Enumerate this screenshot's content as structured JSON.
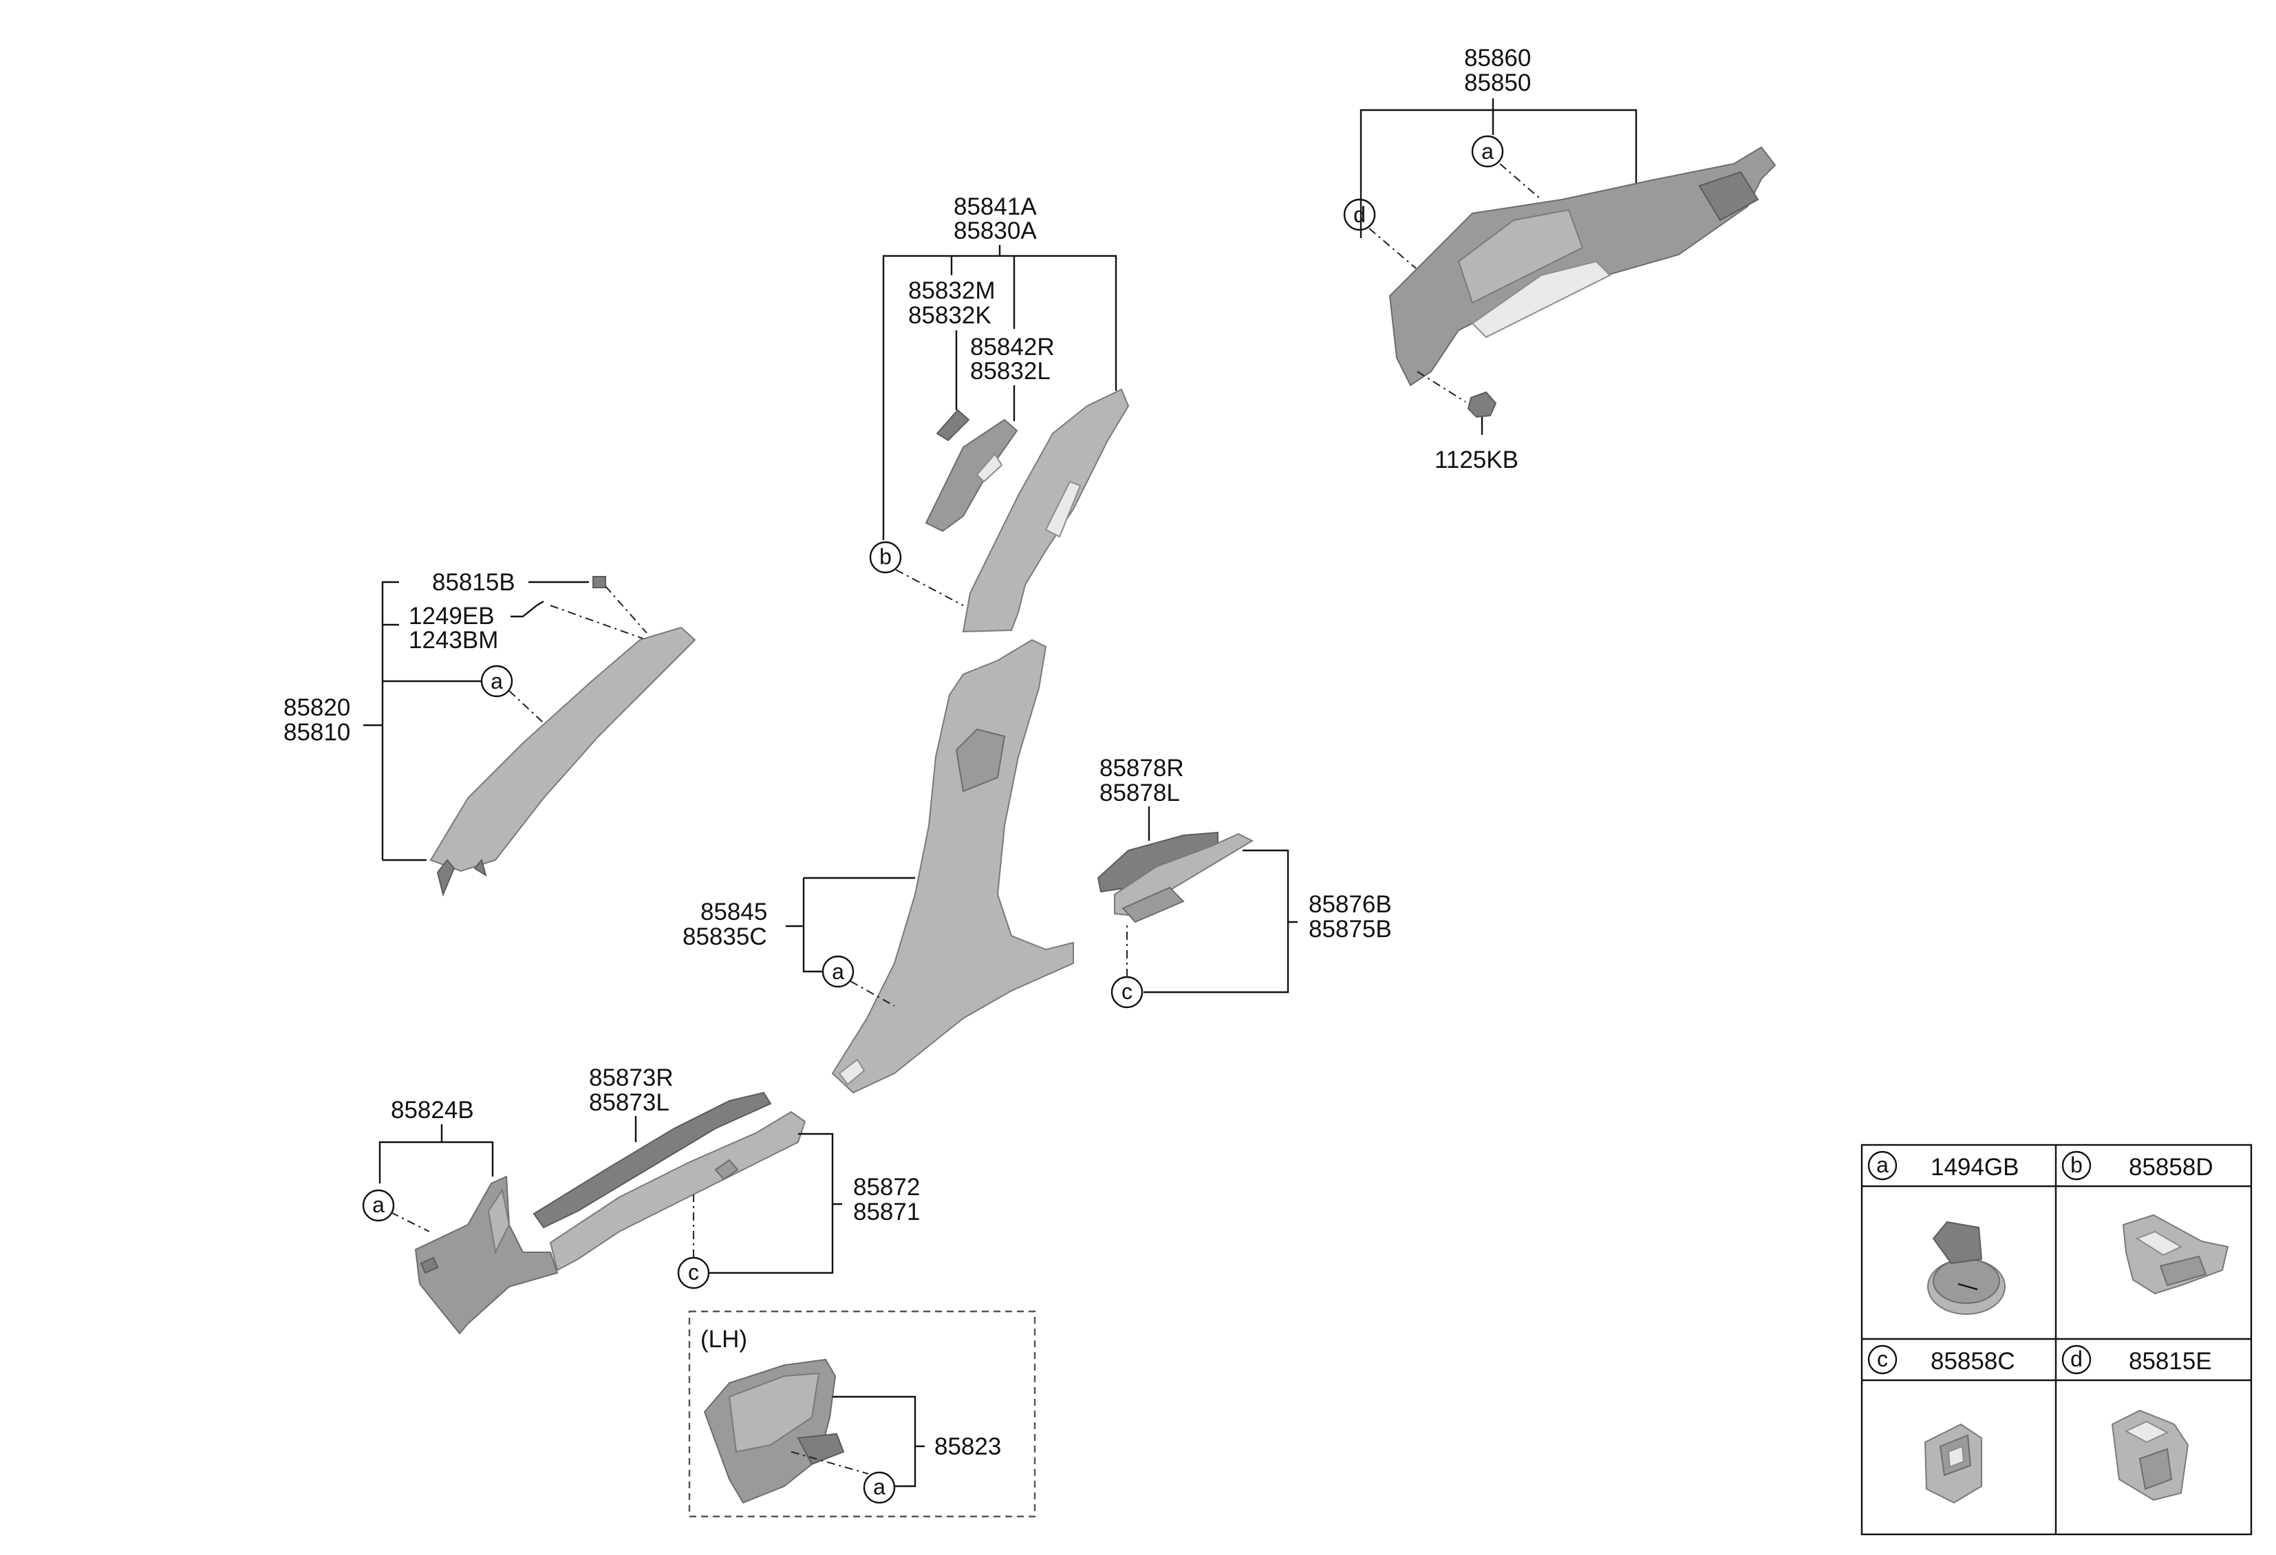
{
  "callouts": {
    "p85860": "85860",
    "p85850": "85850",
    "p1125kb": "1125KB",
    "p85841a": "85841A",
    "p85830a": "85830A",
    "p85832m": "85832M",
    "p85832k": "85832K",
    "p85842r": "85842R",
    "p85832l": "85832L",
    "p85815b": "85815B",
    "p1249eb": "1249EB",
    "p1243bm": "1243BM",
    "p85820": "85820",
    "p85810": "85810",
    "p85878r": "85878R",
    "p85878l": "85878L",
    "p85876b": "85876B",
    "p85875b": "85875B",
    "p85845": "85845",
    "p85835c": "85835C",
    "p85824b": "85824B",
    "p85873r": "85873R",
    "p85873l": "85873L",
    "p85872": "85872",
    "p85871": "85871",
    "lh": "(LH)",
    "p85823": "85823"
  },
  "markers": {
    "a": "a",
    "b": "b",
    "c": "c",
    "d": "d"
  },
  "legend": {
    "a": {
      "letter": "a",
      "part": "1494GB"
    },
    "b": {
      "letter": "b",
      "part": "85858D"
    },
    "c": {
      "letter": "c",
      "part": "85858C"
    },
    "d": {
      "letter": "d",
      "part": "85815E"
    }
  }
}
